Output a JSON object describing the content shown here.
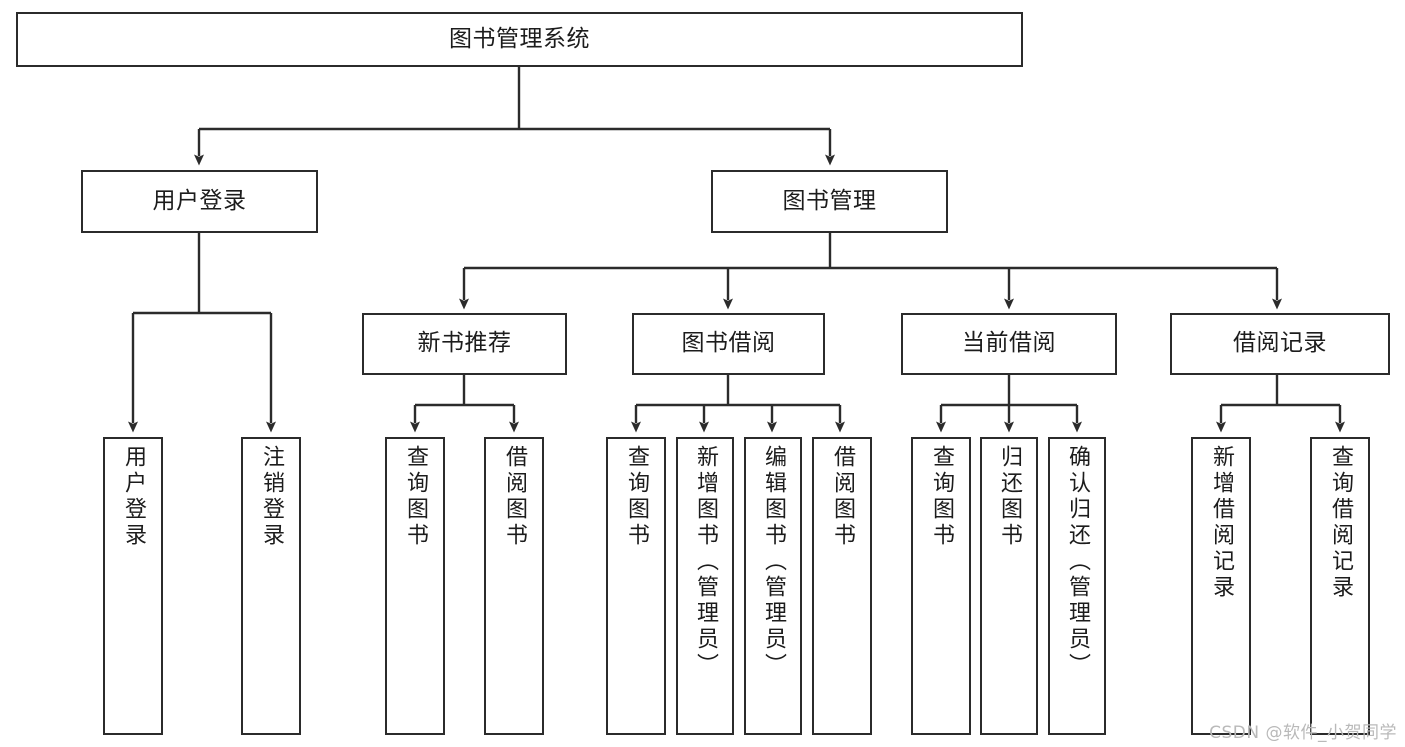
{
  "diagram": {
    "kind": "tree-hierarchy-chart",
    "title": "图书管理系统",
    "line_color": "#2b2b2b",
    "box_fill": "#ffffff",
    "text_color": "#1c1c1c",
    "watermark": "CSDN @软件_小贺同学",
    "watermark_color": "#b9b9b9"
  },
  "nodes": {
    "root": {
      "label": "图书管理系统"
    },
    "level2": [
      {
        "id": "user-login",
        "label": "用户登录"
      },
      {
        "id": "book-manage",
        "label": "图书管理"
      }
    ],
    "level3": [
      {
        "id": "new-book-recommend",
        "label": "新书推荐"
      },
      {
        "id": "book-borrow",
        "label": "图书借阅"
      },
      {
        "id": "current-borrow",
        "label": "当前借阅"
      },
      {
        "id": "borrow-record",
        "label": "借阅记录"
      }
    ],
    "leaves": {
      "user_login": [
        {
          "id": "leaf-user-login",
          "label": "用户登录"
        },
        {
          "id": "leaf-logout-login",
          "label": "注销登录"
        }
      ],
      "new_book_recommend": [
        {
          "id": "leaf-query-book-1",
          "label": "查询图书"
        },
        {
          "id": "leaf-borrow-book-1",
          "label": "借阅图书"
        }
      ],
      "book_borrow": [
        {
          "id": "leaf-query-book-2",
          "label": "查询图书"
        },
        {
          "id": "leaf-add-book",
          "label": "新增图书（管理员）"
        },
        {
          "id": "leaf-edit-book",
          "label": "编辑图书（管理员）"
        },
        {
          "id": "leaf-borrow-book-2",
          "label": "借阅图书"
        }
      ],
      "current_borrow": [
        {
          "id": "leaf-query-book-3",
          "label": "查询图书"
        },
        {
          "id": "leaf-return-book",
          "label": "归还图书"
        },
        {
          "id": "leaf-confirm-return",
          "label": "确认归还（管理员）"
        }
      ],
      "borrow_record": [
        {
          "id": "leaf-add-record",
          "label": "新增借阅记录"
        },
        {
          "id": "leaf-query-record",
          "label": "查询借阅记录"
        }
      ]
    }
  }
}
